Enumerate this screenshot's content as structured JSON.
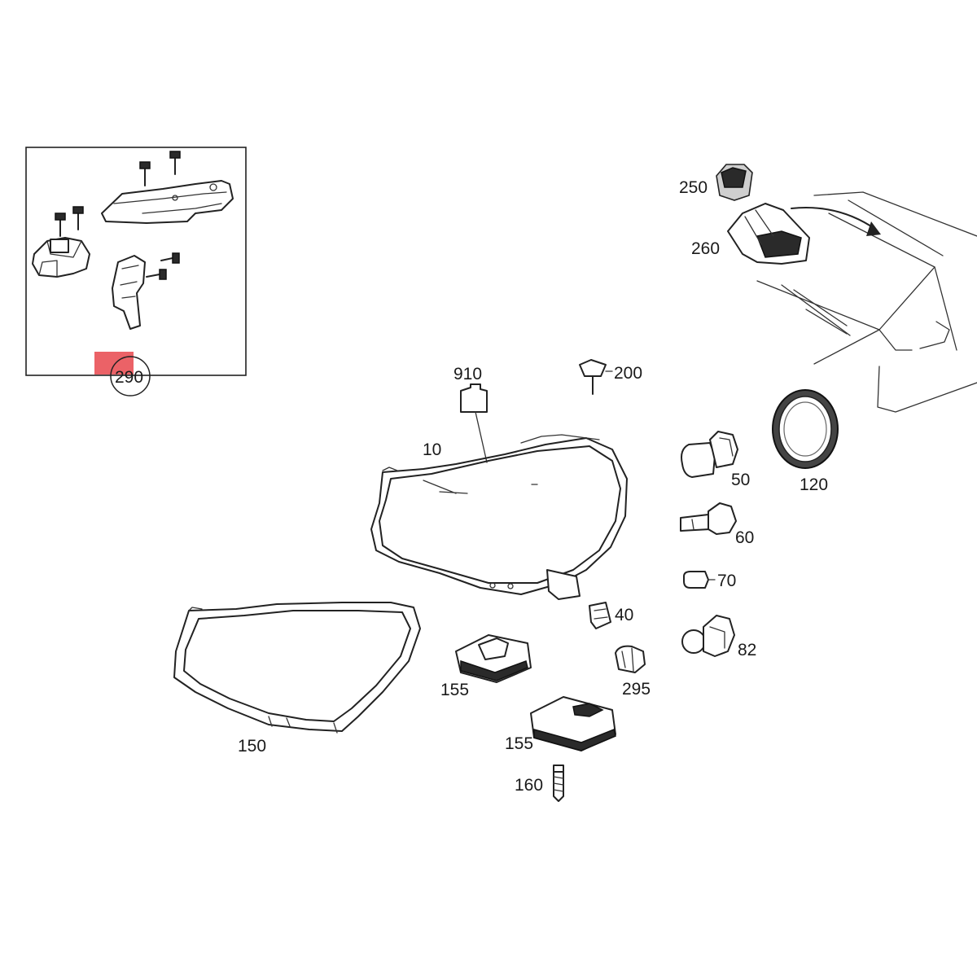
{
  "diagram": {
    "part_labels": {
      "p290": "290",
      "p250": "250",
      "p260": "260",
      "p910": "910",
      "p200": "200",
      "p10": "10",
      "p50": "50",
      "p120": "120",
      "p60": "60",
      "p70": "70",
      "p40": "40",
      "p82": "82",
      "p155a": "155",
      "p295": "295",
      "p155b": "155",
      "p150": "150",
      "p160": "160"
    },
    "colors": {
      "highlight": "#e8474c",
      "line": "#222222",
      "background": "#ffffff"
    }
  }
}
